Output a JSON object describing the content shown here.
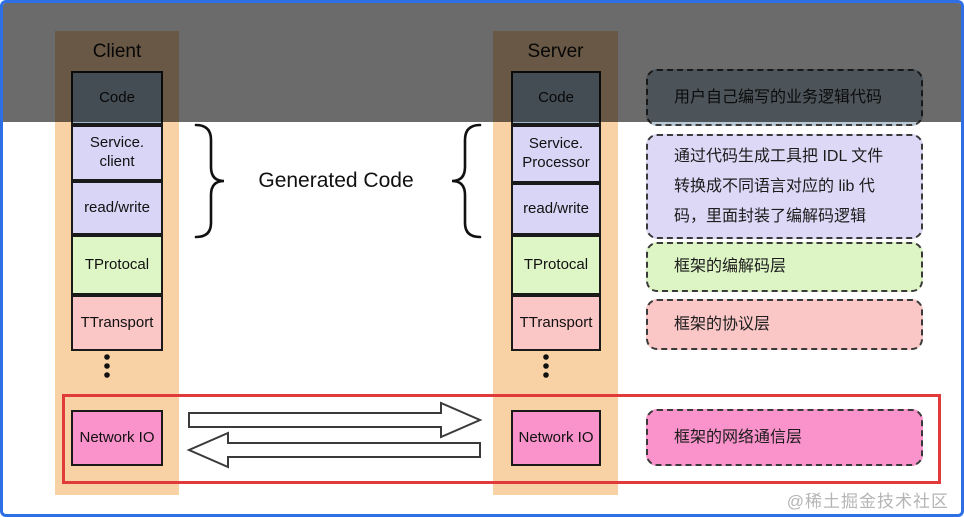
{
  "frame": {
    "border_color": "#2f6fe4",
    "overlay_color": "rgba(0,0,0,0.58)",
    "background": "#ffffff"
  },
  "client": {
    "title": "Client",
    "column_color": "#f8d2a4",
    "boxes": [
      {
        "label": "Code",
        "color": "#a3b8c8"
      },
      {
        "label": "Service.\nclient",
        "color": "#d9d5f6"
      },
      {
        "label": "read/write",
        "color": "#d9d5f6"
      },
      {
        "label": "TProtocal",
        "color": "#def5c6"
      },
      {
        "label": "TTransport",
        "color": "#fac6c6"
      },
      {
        "label": "Network IO",
        "color": "#fa93cb"
      }
    ]
  },
  "server": {
    "title": "Server",
    "column_color": "#f8d2a4",
    "boxes": [
      {
        "label": "Code",
        "color": "#a3b8c8"
      },
      {
        "label": "Service.\nProcessor",
        "color": "#d9d5f6"
      },
      {
        "label": "read/write",
        "color": "#d9d5f6"
      },
      {
        "label": "TProtocal",
        "color": "#def5c6"
      },
      {
        "label": "TTransport",
        "color": "#fac6c6"
      },
      {
        "label": "Network IO",
        "color": "#fa93cb"
      }
    ]
  },
  "center": {
    "generated_code_label": "Generated Code"
  },
  "annotations": [
    {
      "text": "用户自己编写的业务逻辑代码",
      "color": "#b8c8d4"
    },
    {
      "text": "通过代码生成工具把 IDL 文件\n转换成不同语言对应的 lib 代\n码，里面封装了编解码逻辑",
      "color": "#dcd8f6"
    },
    {
      "text": "框架的编解码层",
      "color": "#ddf5c4"
    },
    {
      "text": "框架的协议层",
      "color": "#fac6c6"
    },
    {
      "text": "框架的网络通信层",
      "color": "#fa93cb"
    }
  ],
  "highlight": {
    "color": "#e03a3a"
  },
  "watermark": "@稀土掘金技术社区"
}
